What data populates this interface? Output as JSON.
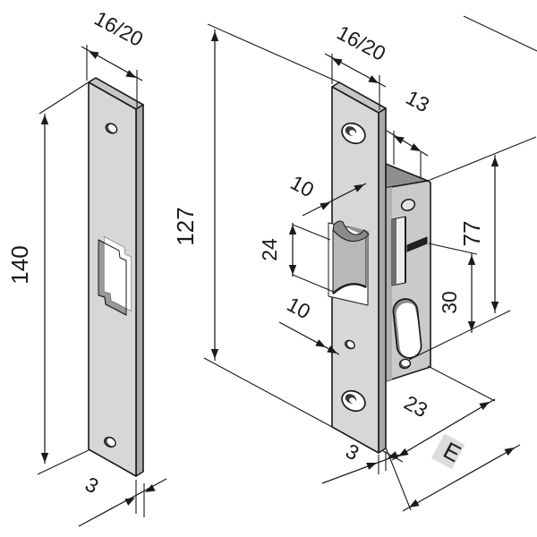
{
  "drawing": {
    "kind": "lock-technical-diagram",
    "labels": {
      "plate_width": "16/20",
      "plate_height": "140",
      "plate_thickness": "3",
      "face_width": "16/20",
      "case_width": "13",
      "face_height": "127",
      "latch_top_offset": "10",
      "latch_height": "24",
      "latch_bottom_offset": "10",
      "case_height": "77",
      "cyl_distance": "30",
      "case_depth": "23",
      "face_thickness": "3",
      "backset": "E"
    },
    "colors": {
      "line": "#1a1a1a",
      "metal_face": "#d7d7d7",
      "metal_top": "#c6c6c6",
      "metal_side": "#a9a9a9",
      "case_side": "#cacaca",
      "case_top": "#8f8f8f",
      "latch_front": "#b8b8b8",
      "latch_top": "#8a8a8a",
      "hole_wall": "#999999",
      "backset_badge_bg": "#dcdcdc"
    }
  }
}
